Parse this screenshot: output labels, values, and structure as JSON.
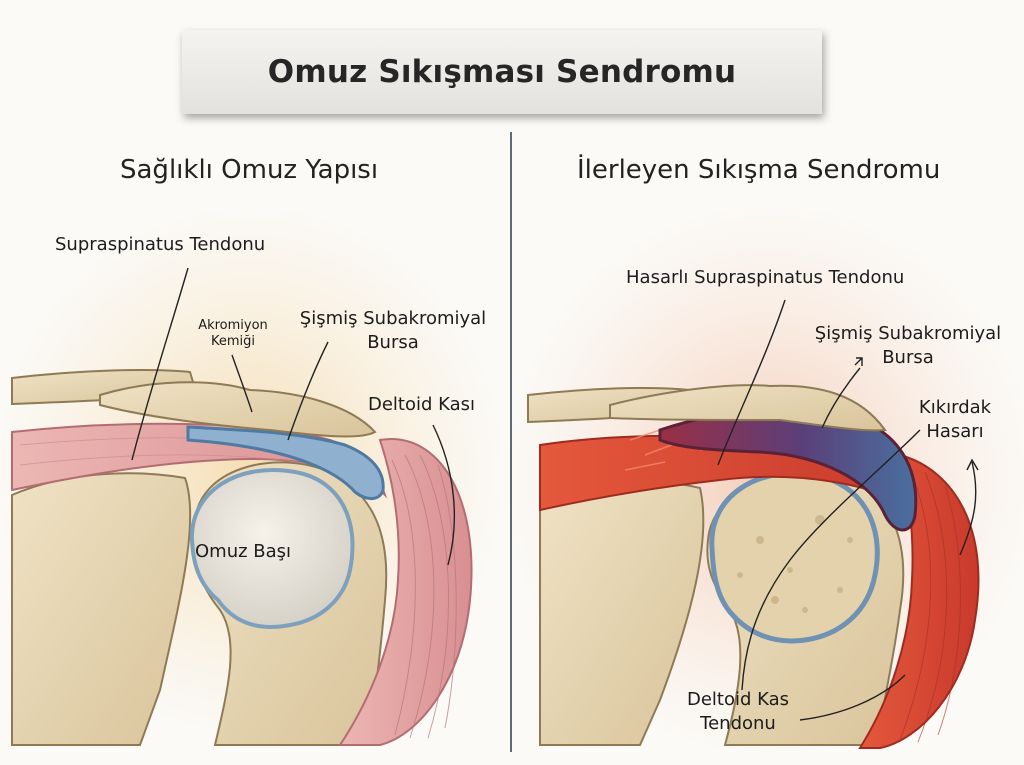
{
  "title": "Omuz Sıkışması Sendromu",
  "left": {
    "heading": "Sağlıklı Omuz Yapısı",
    "labels": {
      "supraspinatus": "Supraspinatus Tendonu",
      "acromion_1": "Akromiyon",
      "acromion_2": "Kemiği",
      "bursa_1": "Şişmiş Subakromiyal",
      "bursa_2": "Bursa",
      "deltoid": "Deltoid Kası",
      "humeral_head": "Omuz Başı"
    }
  },
  "right": {
    "heading": "İlerleyen Sıkışma Sendromu",
    "labels": {
      "damaged_tendon": "Hasarlı Supraspinatus Tendonu",
      "bursa_1": "Şişmiş Subakromiyal",
      "bursa_2": "Bursa",
      "cartilage_1": "Kıkırdak",
      "cartilage_2": "Hasarı",
      "deltoid_tendon_1": "Deltoid Kas",
      "deltoid_tendon_2": "Tendonu"
    }
  },
  "colors": {
    "bone": "#e8d8b6",
    "muscle_healthy": "#e8a8a8",
    "muscle_inflamed": "#d8422e",
    "bursa_healthy": "#8fb1cf",
    "bursa_inflamed": "#8b3348",
    "cartilage": "#9cbbd4"
  }
}
